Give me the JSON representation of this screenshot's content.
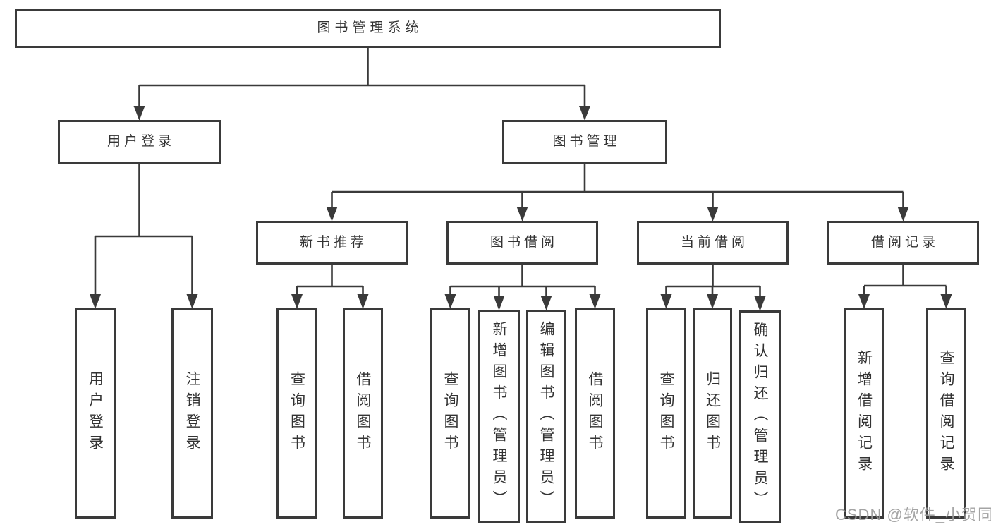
{
  "diagram": {
    "title": "图书管理系统",
    "nodes": [
      {
        "id": "root",
        "label": "图书管理系统",
        "level": 1,
        "parent": null
      },
      {
        "id": "user-login",
        "label": "用户登录",
        "level": 2,
        "parent": "root"
      },
      {
        "id": "book-management",
        "label": "图书管理",
        "level": 2,
        "parent": "root"
      },
      {
        "id": "new-book-recommend",
        "label": "新书推荐",
        "level": 3,
        "parent": "book-management"
      },
      {
        "id": "book-borrowing",
        "label": "图书借阅",
        "level": 3,
        "parent": "book-management"
      },
      {
        "id": "current-borrowing",
        "label": "当前借阅",
        "level": 3,
        "parent": "book-management"
      },
      {
        "id": "borrowing-records",
        "label": "借阅记录",
        "level": 3,
        "parent": "book-management"
      },
      {
        "id": "leaf-user-login",
        "label": "用户登录",
        "level": 4,
        "parent": "user-login"
      },
      {
        "id": "leaf-logout",
        "label": "注销登录",
        "level": 4,
        "parent": "user-login"
      },
      {
        "id": "leaf-query-book-recommend",
        "label": "查询图书",
        "level": 4,
        "parent": "new-book-recommend"
      },
      {
        "id": "leaf-borrow-book-recommend",
        "label": "借阅图书",
        "level": 4,
        "parent": "new-book-recommend"
      },
      {
        "id": "leaf-query-book-borrowing",
        "label": "查询图书",
        "level": 4,
        "parent": "book-borrowing"
      },
      {
        "id": "leaf-add-book-admin",
        "label": "新增图书（管理员）",
        "level": 4,
        "parent": "book-borrowing"
      },
      {
        "id": "leaf-edit-book-admin",
        "label": "编辑图书（管理员）",
        "level": 4,
        "parent": "book-borrowing"
      },
      {
        "id": "leaf-borrow-book-borrowing",
        "label": "借阅图书",
        "level": 4,
        "parent": "book-borrowing"
      },
      {
        "id": "leaf-query-book-current",
        "label": "查询图书",
        "level": 4,
        "parent": "current-borrowing"
      },
      {
        "id": "leaf-return-book",
        "label": "归还图书",
        "level": 4,
        "parent": "current-borrowing"
      },
      {
        "id": "leaf-confirm-return-admin",
        "label": "确认归还（管理员）",
        "level": 4,
        "parent": "current-borrowing"
      },
      {
        "id": "leaf-add-borrow-record",
        "label": "新增借阅记录",
        "level": 4,
        "parent": "borrowing-records"
      },
      {
        "id": "leaf-query-borrow-record",
        "label": "查询借阅记录",
        "level": 4,
        "parent": "borrowing-records"
      }
    ]
  },
  "watermark": {
    "text": "CSDN @软件_小贺同学",
    "color": "#9b9b9b"
  },
  "colors": {
    "line": "#3a3a3a",
    "box_border": "#3a3a3a",
    "text": "#333333",
    "background": "#ffffff"
  }
}
